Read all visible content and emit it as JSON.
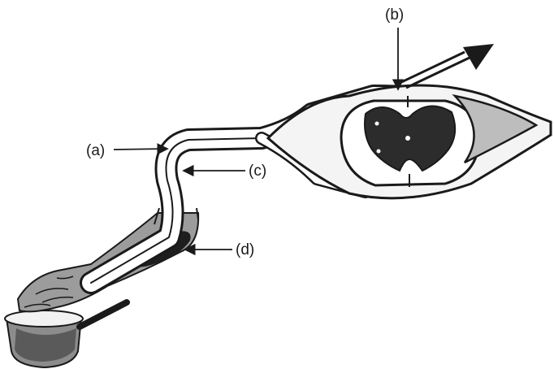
{
  "labels": {
    "a": "(a)",
    "b": "(b)",
    "c": "(c)",
    "d": "(d)"
  },
  "colors": {
    "background": "#ffffff",
    "ink": "#1a1a1a",
    "grey_matter": "#2c2c2c",
    "muscle": "#1e1e1e",
    "tint": "#bdbdbd"
  }
}
